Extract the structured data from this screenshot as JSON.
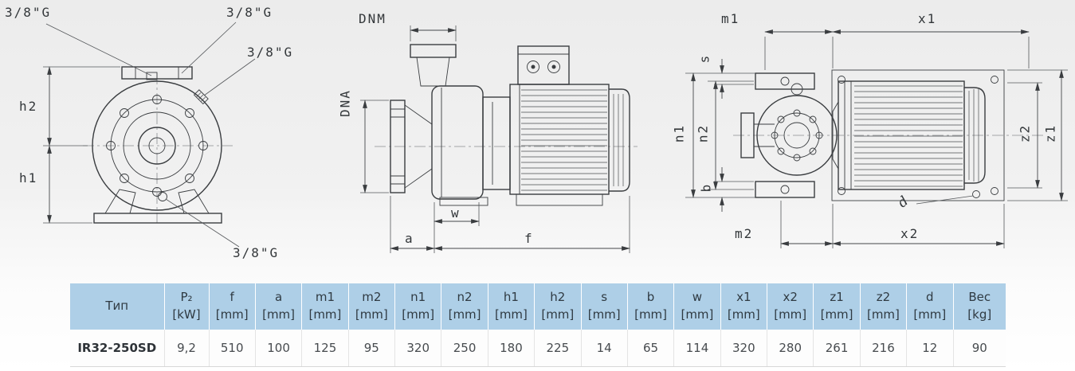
{
  "drawing": {
    "front_view": {
      "labels": {
        "g_top_left": "3/8\"G",
        "g_top_right": "3/8\"G",
        "g_side": "3/8\"G",
        "g_bottom": "3/8\"G",
        "h2": "h2",
        "h1": "h1"
      }
    },
    "side_view": {
      "labels": {
        "dnm": "DNM",
        "dna": "DNA",
        "w": "w",
        "a": "a",
        "f": "f"
      }
    },
    "end_view": {
      "labels": {
        "m1": "m1",
        "x1": "x1",
        "s": "s",
        "n1": "n1",
        "n2": "n2",
        "b": "b",
        "m2": "m2",
        "x2": "x2",
        "z2": "z2",
        "z1": "z1",
        "d": "d"
      }
    }
  },
  "table": {
    "headers": [
      {
        "name": "Тип",
        "unit": ""
      },
      {
        "name": "P₂",
        "unit": "[kW]"
      },
      {
        "name": "f",
        "unit": "[mm]"
      },
      {
        "name": "a",
        "unit": "[mm]"
      },
      {
        "name": "m1",
        "unit": "[mm]"
      },
      {
        "name": "m2",
        "unit": "[mm]"
      },
      {
        "name": "n1",
        "unit": "[mm]"
      },
      {
        "name": "n2",
        "unit": "[mm]"
      },
      {
        "name": "h1",
        "unit": "[mm]"
      },
      {
        "name": "h2",
        "unit": "[mm]"
      },
      {
        "name": "s",
        "unit": "[mm]"
      },
      {
        "name": "b",
        "unit": "[mm]"
      },
      {
        "name": "w",
        "unit": "[mm]"
      },
      {
        "name": "x1",
        "unit": "[mm]"
      },
      {
        "name": "x2",
        "unit": "[mm]"
      },
      {
        "name": "z1",
        "unit": "[mm]"
      },
      {
        "name": "z2",
        "unit": "[mm]"
      },
      {
        "name": "d",
        "unit": "[mm]"
      },
      {
        "name": "Вес",
        "unit": "[kg]"
      }
    ],
    "row": {
      "cells": [
        "IR32-250SD",
        "9,2",
        "510",
        "100",
        "125",
        "95",
        "320",
        "250",
        "180",
        "225",
        "14",
        "65",
        "114",
        "320",
        "280",
        "261",
        "216",
        "12",
        "90"
      ]
    }
  },
  "colors": {
    "table_header_bg": "#aecfe7",
    "drawing_line": "#3a3d40",
    "text": "#3c4043"
  }
}
